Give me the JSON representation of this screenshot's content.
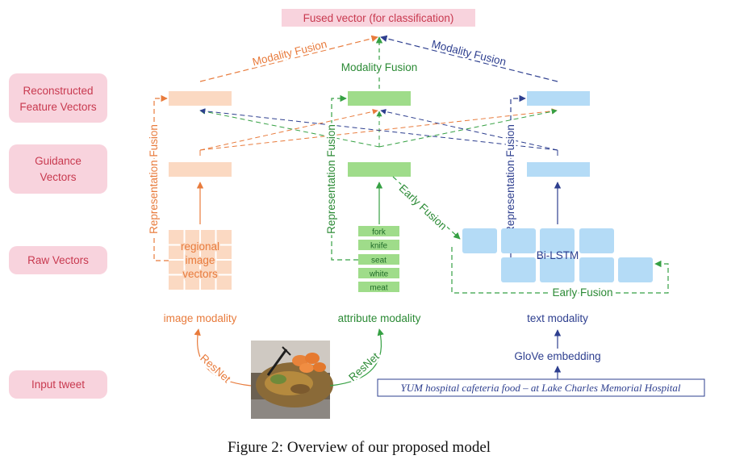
{
  "colors": {
    "orange": "#e87b3c",
    "orange_fill": "#fbd9c2",
    "green": "#35a043",
    "green_dark": "#2b8a35",
    "green_fill": "#9fdc8a",
    "blue": "#2e3f8f",
    "blue_fill": "#b4dbf6",
    "label_fill": "#f8d3dd",
    "label_text": "#c8394f"
  },
  "fused": {
    "label": "Fused vector (for classification)"
  },
  "row_labels": {
    "reconstructed_1": "Reconstructed",
    "reconstructed_2": "Feature Vectors",
    "guidance_1": "Guidance",
    "guidance_2": "Vectors",
    "raw": "Raw Vectors",
    "input": "Input tweet"
  },
  "edges": {
    "modality_fusion_left": "Modality Fusion",
    "modality_fusion_mid": "Modality Fusion",
    "modality_fusion_right": "Modality Fusion",
    "rep_fusion_left": "Representation Fusion",
    "rep_fusion_mid": "Representation Fusion",
    "rep_fusion_right": "Representation Fusion",
    "early_fusion_diag": "Early Fusion",
    "early_fusion_bottom": "Early Fusion",
    "resnet_left": "ResNet",
    "resnet_right": "ResNet"
  },
  "image_block": {
    "line1": "regional",
    "line2": "image",
    "line3": "vectors"
  },
  "attributes": [
    "fork",
    "knife",
    "seat",
    "white",
    "meat"
  ],
  "bilstm": {
    "label": "Bi-LSTM"
  },
  "modalities": {
    "image": "image modality",
    "attribute": "attribute modality",
    "text": "text modality"
  },
  "glove": {
    "label": "GloVe embedding"
  },
  "tweet": {
    "text": "YUM hospital cafeteria food  – at Lake Charles Memorial Hospital"
  },
  "caption": "Figure 2: Overview of our proposed model"
}
